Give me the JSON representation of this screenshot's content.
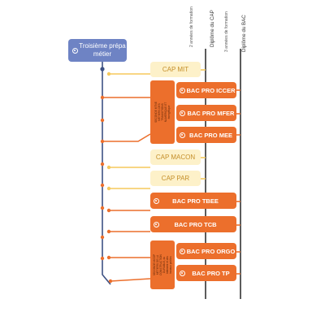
{
  "start_node": {
    "label": "Troisième prépa métier",
    "icon": "target-icon"
  },
  "columns": {
    "cap": {
      "duration": "2 années de formation",
      "diploma": "Diplôme du CAP"
    },
    "bac": {
      "duration": "3 années de formation",
      "diploma": "Diplôme du BAC"
    }
  },
  "branches": [
    {
      "type": "cap",
      "label": "CAP MIT"
    },
    {
      "type": "group",
      "label": "SECONDE MTNE MÉTIERS DES TRANSITIONS NUMÉRIQUE ET énergétique",
      "items": [
        {
          "label": "BAC PRO ICCER",
          "icon": "target-icon"
        },
        {
          "label": "BAC PRO  MFER",
          "icon": "target-icon"
        },
        {
          "label": "BAC PRO MEE",
          "icon": "target-icon"
        }
      ]
    },
    {
      "type": "cap",
      "label": "CAP MACON"
    },
    {
      "type": "cap",
      "label": "CAP PAR"
    },
    {
      "type": "bac",
      "label": "BAC PRO TBEE",
      "icon": "target-icon"
    },
    {
      "type": "bac",
      "label": "BAC PRO TCB",
      "icon": "target-icon"
    },
    {
      "type": "group",
      "label": "SECONDE MCOP MÉTIERS DE LA CONSTRUCTION DURABLE, du bâtiment et des travaux publics",
      "items": [
        {
          "label": "BAC PRO ORGO",
          "icon": "target-icon"
        },
        {
          "label": "BAC PRO TP",
          "icon": "target-icon"
        }
      ]
    }
  ],
  "colors": {
    "trunk": "#3d5184",
    "cap_line": "#f5c95c",
    "bac_line": "#ec6f2c",
    "bac_fill": "#ec6f2c",
    "cap_fill": "#fdf1c9",
    "start_fill": "#6e83c4",
    "divider": "#333333"
  }
}
